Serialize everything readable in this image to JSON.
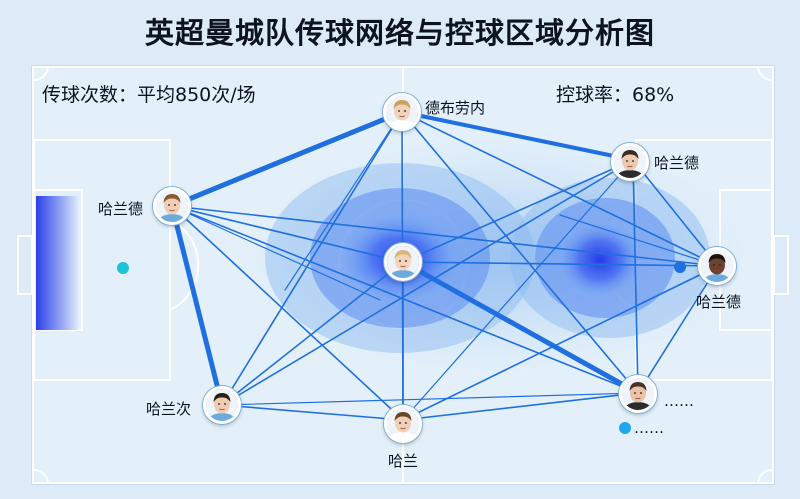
{
  "title": "英超曼城队传球网络与控球区域分析图",
  "stats": {
    "passes": "传球次数：平均850次/场",
    "possession": "控球率：68%"
  },
  "players": [
    {
      "id": "p-top",
      "name": "德布劳内",
      "skin": "#f1d2bc",
      "hair": "#c9a35e",
      "shirt": "#ffffff"
    },
    {
      "id": "p-topright",
      "name": "哈兰德",
      "skin": "#edc9b0",
      "hair": "#3a2a1f",
      "shirt": "#2b2b2b"
    },
    {
      "id": "p-left",
      "name": "哈兰德",
      "skin": "#f0cdb4",
      "hair": "#8a5a34",
      "shirt": "#6cabdd"
    },
    {
      "id": "p-center",
      "name": "",
      "skin": "#f2d4be",
      "hair": "#d9b77a",
      "shirt": "#6cabdd"
    },
    {
      "id": "p-right",
      "name": "哈兰德",
      "skin": "#6b4330",
      "hair": "#1a120d",
      "shirt": "#6cabdd"
    },
    {
      "id": "p-bottomleft",
      "name": "哈兰次",
      "skin": "#efccb3",
      "hair": "#2e2018",
      "shirt": "#6cabdd"
    },
    {
      "id": "p-bottom",
      "name": "哈兰",
      "skin": "#f1cfb6",
      "hair": "#6b4527",
      "shirt": "#ffffff"
    },
    {
      "id": "p-bottomright",
      "name": "……",
      "skin": "#e9c2a8",
      "hair": "#4a3326",
      "shirt": "#2b2b2b"
    }
  ],
  "extra_label": "……",
  "colors": {
    "line": "#1f6fe0",
    "heat": "#3058f0",
    "dot": "#1fc3d8",
    "pitch_line": "#ffffff"
  }
}
